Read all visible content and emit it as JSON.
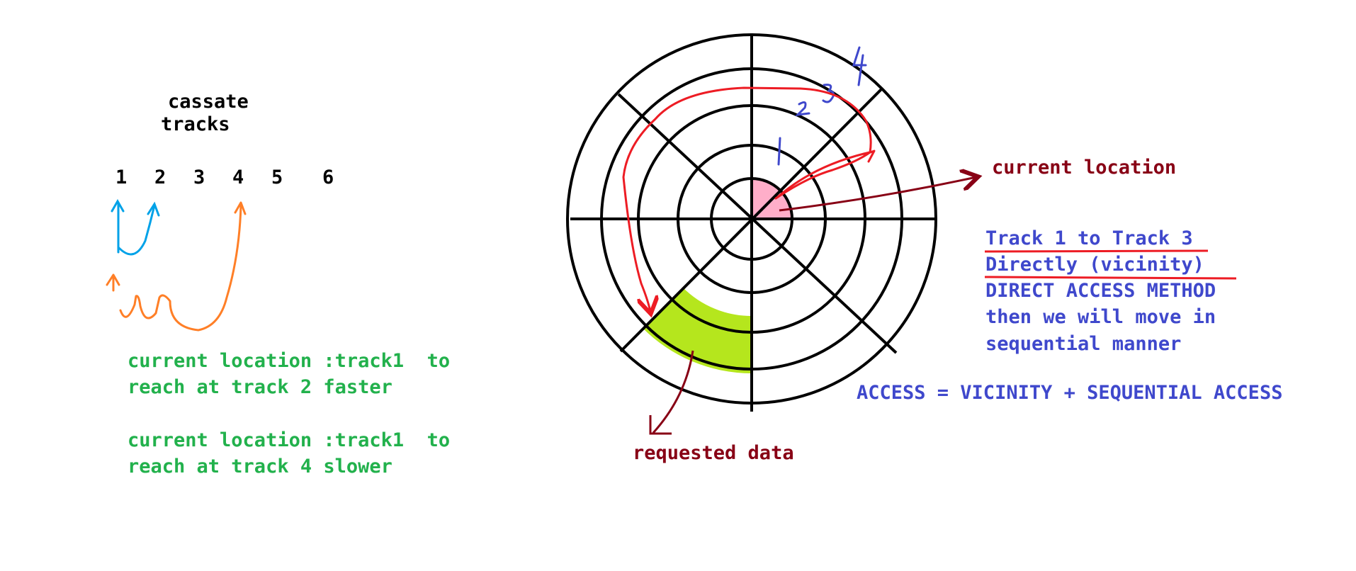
{
  "left_panel": {
    "title_line1": "cassate",
    "title_line2": "tracks",
    "track_numbers": [
      "1",
      "2",
      "3",
      "4",
      "5",
      "6"
    ],
    "note1_line1": "current location :track1  to",
    "note1_line2": "reach at track 2 faster",
    "note2_line1": "current location :track1  to",
    "note2_line2": "reach at track 4 slower"
  },
  "disk": {
    "track_marks": [
      "1",
      "2",
      "3",
      "4"
    ],
    "current_location_label": "current location",
    "requested_data_label": "requested data"
  },
  "right_panel": {
    "line1": "Track 1 to Track 3",
    "line2": "Directly (vicinity)",
    "line3": "DIRECT ACCESS METHOD",
    "line4": "then we will move in",
    "line5": "sequential manner",
    "formula": "ACCESS = VICINITY + SEQUENTIAL ACCESS"
  },
  "colors": {
    "black": "#000000",
    "green_text": "#22b14c",
    "blue_text": "#3f48cc",
    "dark_red": "#880015",
    "red": "#ed1c24",
    "orange": "#ff7f27",
    "cyan": "#00a2e8",
    "pink_sector": "#ffaec9",
    "green_sector": "#b5e61d"
  }
}
